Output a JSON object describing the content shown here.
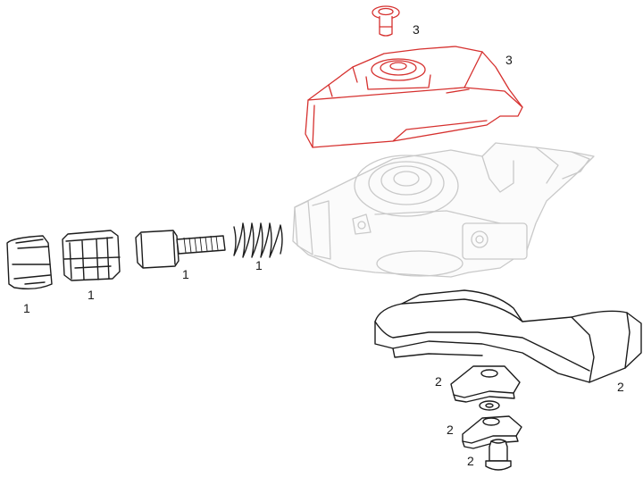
{
  "callouts": {
    "bolt_top": "3",
    "cover": "3",
    "cap_end": "1",
    "adjuster_sleeve": "1",
    "barrel_adjuster": "1",
    "spring": "1",
    "lever_blade": "2",
    "lever_arm": "2",
    "washer_plate": "2",
    "pawl": "2",
    "pivot_bolt": "2"
  },
  "colors": {
    "highlight": "#d6312f",
    "line": "#1c1c1c",
    "faded": "#c9c9c9"
  }
}
